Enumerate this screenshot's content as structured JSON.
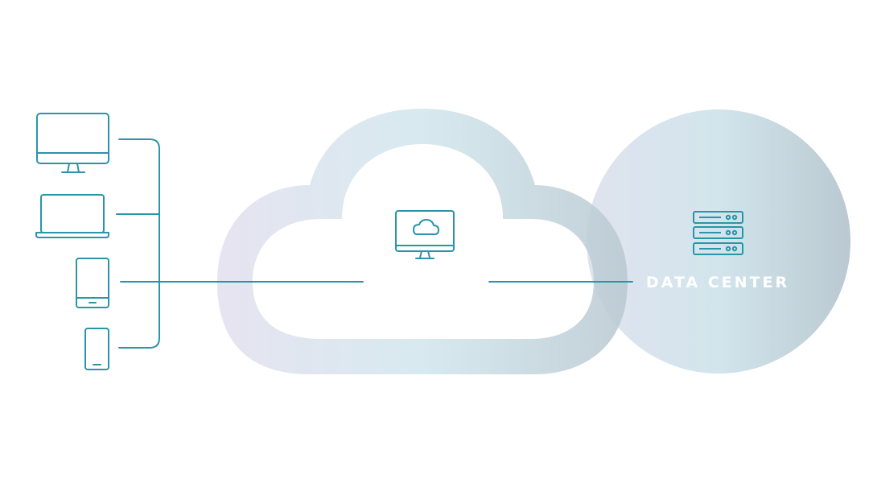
{
  "colors": {
    "line": "#2a95a8",
    "cloud_left": "#e3e0ee",
    "cloud_mid": "#d2e7ee",
    "cloud_right": "#bac9d1",
    "circle_left": "#e0e3ef",
    "circle_mid": "#d2e5ec",
    "circle_right": "#bac9d1",
    "label_text": "#ffffff"
  },
  "devices": [
    {
      "name": "desktop-monitor",
      "icon": "monitor-icon"
    },
    {
      "name": "laptop",
      "icon": "laptop-icon"
    },
    {
      "name": "tablet",
      "icon": "tablet-icon"
    },
    {
      "name": "smartphone",
      "icon": "smartphone-icon"
    }
  ],
  "cloud": {
    "icon": "cloud-monitor-icon"
  },
  "data_center": {
    "label": "DATA CENTER",
    "icon": "server-rack-icon"
  }
}
